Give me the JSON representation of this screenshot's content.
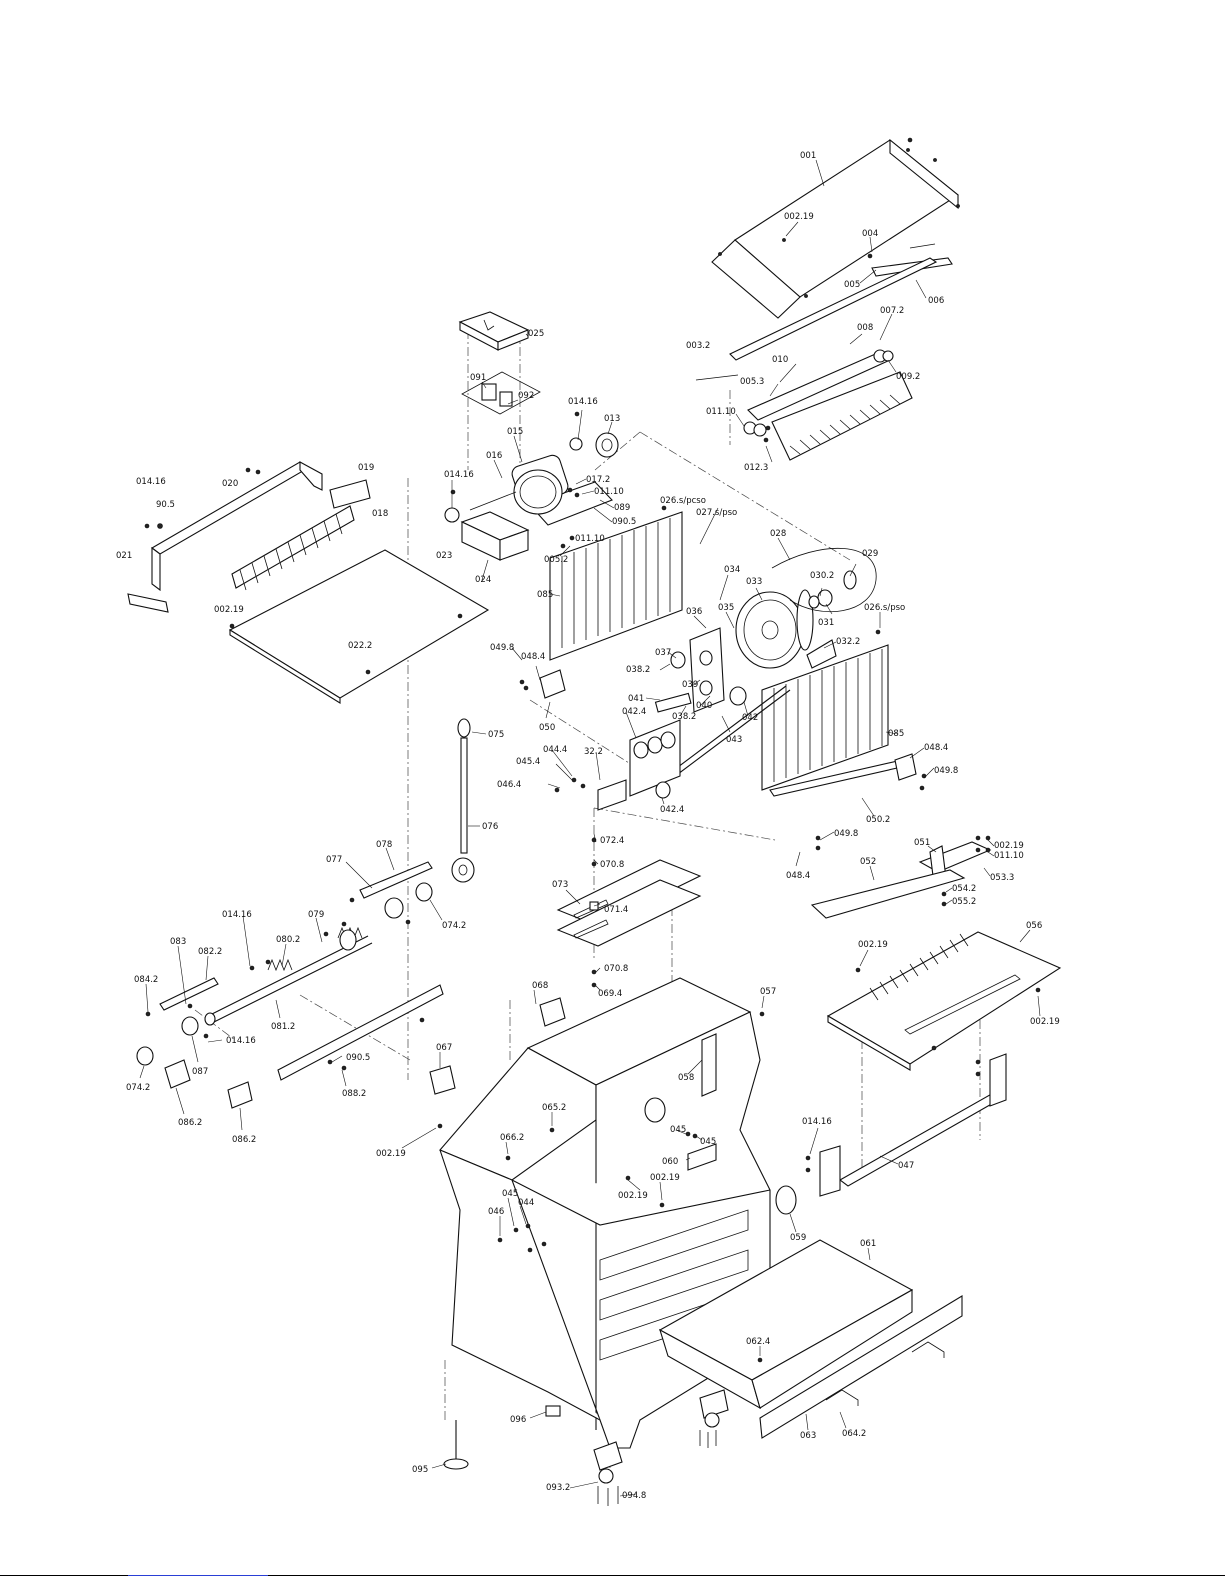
{
  "labels": {
    "p001": "001",
    "p002_19a": "002.19",
    "p004": "004",
    "p005": "005",
    "p006": "006",
    "p008": "008",
    "p007_2": "007.2",
    "p003_2": "003.2",
    "p010": "010",
    "p005_3": "005.3",
    "p011_10a": "011.10",
    "p009_2": "009.2",
    "p012_3": "012.3",
    "p025": "025",
    "p091": "091",
    "p092": "092",
    "p014_16a": "014.16",
    "p013": "013",
    "p015": "015",
    "p016": "016",
    "p014_16b": "014.16",
    "p017_2": "017.2",
    "p011_10b": "011.10",
    "p089": "089",
    "p090_5a": "090.5",
    "p024": "024",
    "p005_2": "005.2",
    "p011_10c": "011.10",
    "p026a": "026.s/pcso",
    "p027": "027.s/pso",
    "p028": "028",
    "p029": "029",
    "p030_2": "030.2",
    "p031": "031",
    "p026b": "026.s/pso",
    "p034": "034",
    "p033": "033",
    "p035": "035",
    "p036": "036",
    "p085a": "085",
    "p032_2a": "032.2",
    "p037": "037",
    "p038_2a": "038.2",
    "p039": "039",
    "p049_8a": "049.8",
    "p048_4a": "048.4",
    "p050": "050",
    "p041": "041",
    "p038_2b": "038.2",
    "p040": "040",
    "p042a": "042",
    "p043": "043",
    "p042_4a": "042.4",
    "p085b": "085",
    "p048_4b": "048.4",
    "p049_8b": "049.8",
    "p044_4": "044.4",
    "p045_4": "045.4",
    "p032_2b": "32.2",
    "p046_4": "046.4",
    "p042_4b": "042.4",
    "p050_2": "050.2",
    "p049_8c": "049.8",
    "p048_4c": "048.4",
    "p014_16c": "014.16",
    "p90_5": "90.5",
    "p020": "020",
    "p019": "019",
    "p018": "018",
    "p021": "021",
    "p023": "023",
    "p002_19b": "002.19",
    "p022_2": "022.2",
    "p075": "075",
    "p076": "076",
    "p077": "077",
    "p078": "078",
    "p074_2a": "074.2",
    "p014_16d": "014.16",
    "p079": "079",
    "p080_2": "080.2",
    "p083": "083",
    "p082_2": "082.2",
    "p084_2": "084.2",
    "p081_2": "081.2",
    "p014_16e": "014.16",
    "p087": "087",
    "p074_2b": "074.2",
    "p086_2a": "086.2",
    "p086_2b": "086.2",
    "p090_5b": "090.5",
    "p088_2": "088.2",
    "p072_4": "072.4",
    "p070_8a": "070.8",
    "p073": "073",
    "p071_4": "071.4",
    "p070_8b": "070.8",
    "p069_4": "069.4",
    "p068": "068",
    "p057": "057",
    "p067": "067",
    "p058": "058",
    "p065_2": "065.2",
    "p002_19c": "002.19",
    "p066_2": "066.2",
    "p045a": "045",
    "p045b": "045",
    "p060": "060",
    "p002_19d": "002.19",
    "p002_19e": "002.19",
    "p045c": "045",
    "p044": "044",
    "p046": "046",
    "p059": "059",
    "p051": "051",
    "p002_19f": "002.19",
    "p011_10d": "011.10",
    "p053_3": "053.3",
    "p052": "052",
    "p054_2": "054.2",
    "p055_2": "055.2",
    "p056": "056",
    "p002_19g": "002.19",
    "p002_19h": "002.19",
    "p014_16f": "014.16",
    "p047": "047",
    "p061": "061",
    "p062_4": "062.4",
    "p063": "063",
    "p064_2": "064.2",
    "p096": "096",
    "p095": "095",
    "p093_2": "093.2",
    "p094_8": "094.8"
  }
}
